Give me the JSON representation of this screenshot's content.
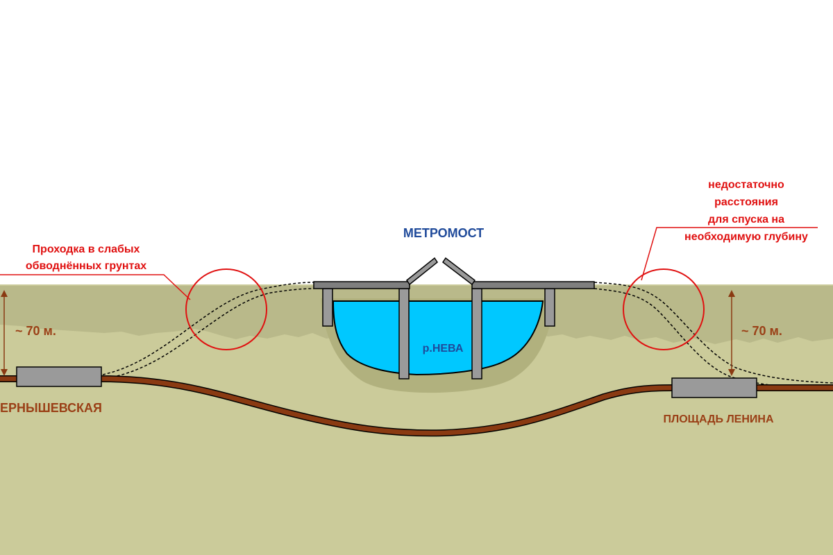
{
  "title": "МЕТРОМОСТ",
  "river": "р.НЕВА",
  "stations": {
    "left": "ЕРНЫШЕВСКАЯ",
    "right": "ПЛОЩАДЬ ЛЕНИНА"
  },
  "depth": {
    "left": "~ 70 м.",
    "right": "~ 70 м."
  },
  "callouts": {
    "left": [
      "Проходка в слабых",
      "обводнённых грунтах"
    ],
    "right": [
      "недостаточно",
      "расстояния",
      "для спуска на",
      "необходимую глубину"
    ]
  },
  "colors": {
    "ground_upper": "#b9b98a",
    "ground_lower": "#cbcb9a",
    "water": "#00c8ff",
    "tunnel": "#8a3a12",
    "bridge": "#7f7f7f",
    "pillar": "#9a9a9a",
    "callout": "#e01010",
    "title": "#1f4a9a",
    "station_text": "#9a3f16"
  }
}
